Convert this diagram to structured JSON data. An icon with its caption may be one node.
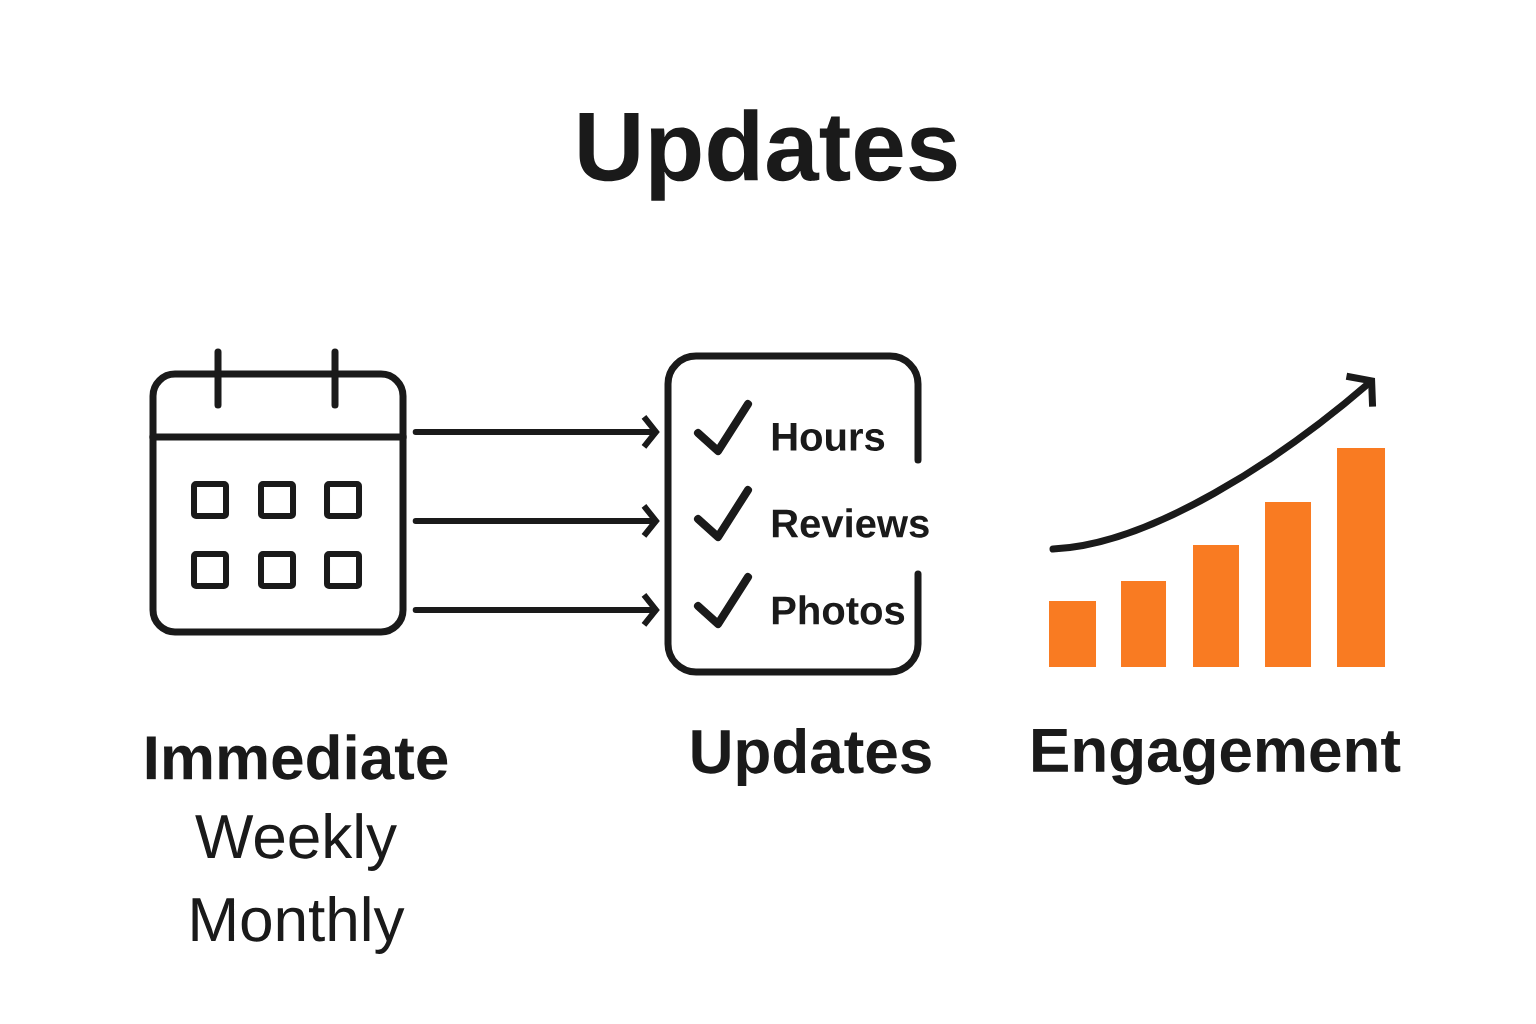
{
  "diagram": {
    "title": "Updates",
    "nodes": [
      {
        "text": [],
        "shape": "picture",
        "beside": [
          "Immediate",
          "Weekly",
          "Monthly"
        ]
      },
      {
        "text": [
          "Hours",
          "Reviews",
          "Photos"
        ],
        "beside": [
          "Updates"
        ]
      },
      {
        "text": [],
        "shape": "picture",
        "beside": [
          "Engagement"
        ]
      }
    ],
    "edges": [
      {
        "from": 0,
        "to": 1,
        "arrow": "to"
      },
      {
        "from": 0,
        "to": 1,
        "arrow": "to"
      },
      {
        "from": 0,
        "to": 1,
        "arrow": "to"
      }
    ]
  }
}
